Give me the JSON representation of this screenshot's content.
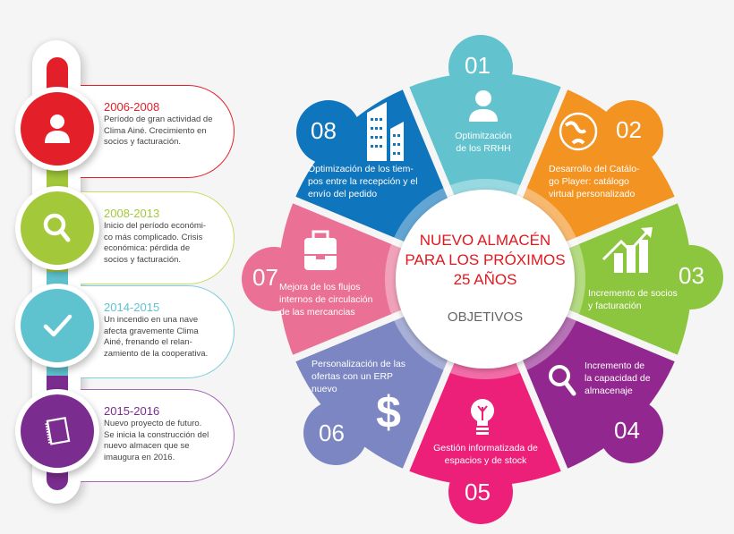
{
  "timeline": {
    "items": [
      {
        "period": "2006-2008",
        "description_lines": [
          "Período de gran actividad de",
          "Clima Ainé. Crecimiento en",
          "socios y facturación."
        ],
        "icon": "person-icon",
        "color": "#e3202a"
      },
      {
        "period": "2008-2013",
        "description_lines": [
          "Inicio del período económi-",
          "co más complicado. Crisis",
          "económica: pérdida de",
          "socios y facturación."
        ],
        "icon": "magnifier-icon",
        "color": "#a3c93a"
      },
      {
        "period": "2014-2015",
        "description_lines": [
          "Un incendio en una nave",
          "afecta gravemente Clima",
          "Ainé, frenando el relan-",
          "zamiento de la cooperativa."
        ],
        "icon": "checkmark-icon",
        "color": "#5ec3cf"
      },
      {
        "period": "2015-2016",
        "description_lines": [
          "Nuevo proyecto de futuro.",
          "Se inicia la construcción del",
          "nuevo almacen que se",
          "imaugura en 2016."
        ],
        "icon": "notebook-icon",
        "color": "#7b2c8f"
      }
    ]
  },
  "wheel": {
    "center": {
      "title_lines": [
        "NUEVO ALMACÉN",
        "PARA LOS PRÓXIMOS",
        "25 AÑOS"
      ],
      "subtitle": "OBJETIVOS",
      "title_color": "#e0191f"
    },
    "segments": [
      {
        "number": "01",
        "label_lines": [
          "Optimitzación",
          "de los RRHH"
        ],
        "icon": "person-icon",
        "color": "#62c3cf"
      },
      {
        "number": "02",
        "label_lines": [
          "Desarrollo del Catálo-",
          "go Player: catálogo",
          "virtual personalizado"
        ],
        "icon": "globe-icon",
        "color": "#f39322"
      },
      {
        "number": "03",
        "label_lines": [
          "Incremento de socios",
          "y facturación"
        ],
        "icon": "growth-chart-icon",
        "color": "#8cc63f"
      },
      {
        "number": "04",
        "label_lines": [
          "Incremento de",
          "la capacidad de",
          "almacenaje"
        ],
        "icon": "magnifier-icon",
        "color": "#92278f"
      },
      {
        "number": "05",
        "label_lines": [
          "Gestión informatizada de",
          "espacios y de stock"
        ],
        "icon": "lightbulb-icon",
        "color": "#ec1f79"
      },
      {
        "number": "06",
        "label_lines": [
          "Personalización de las",
          "ofertas con un ERP",
          "nuevo"
        ],
        "icon": "dollar-icon",
        "color": "#7b86c2"
      },
      {
        "number": "07",
        "label_lines": [
          "Mejora de los flujos",
          "internos de circulación",
          "de las mercancias"
        ],
        "icon": "briefcase-icon",
        "color": "#ea7096"
      },
      {
        "number": "08",
        "label_lines": [
          "Optimización de los tiem-",
          "pos entre la recepción y el",
          "envío del pedido"
        ],
        "icon": "buildings-icon",
        "color": "#0f75bc"
      }
    ]
  }
}
